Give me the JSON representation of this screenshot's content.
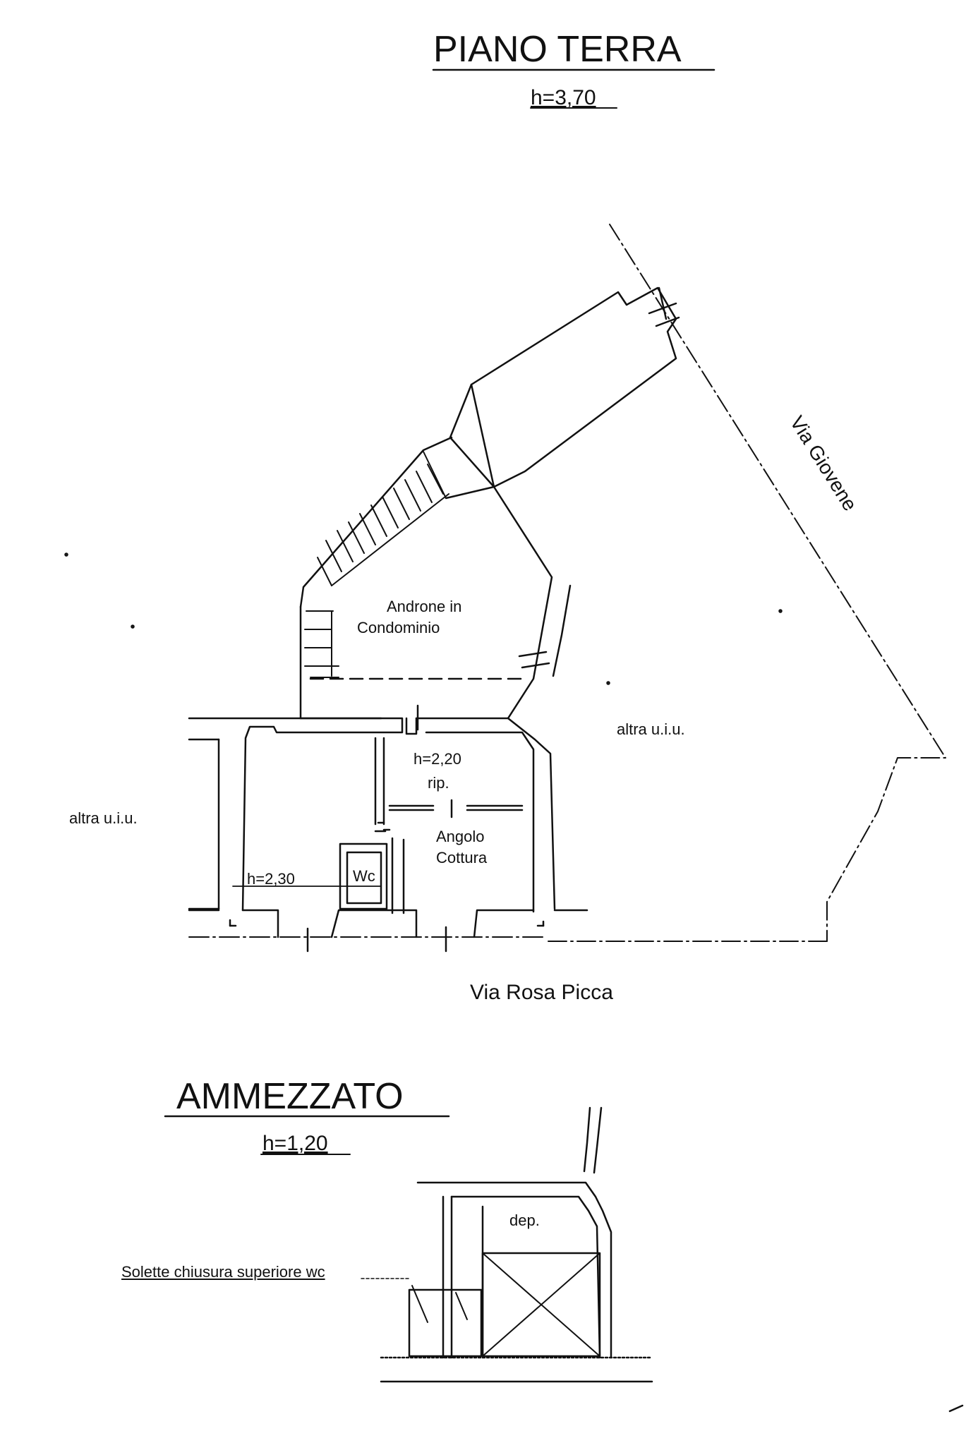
{
  "ground_floor": {
    "title": "PIANO TERRA",
    "height": "h=3,70",
    "rooms": {
      "lobby_line1": "Androne in",
      "lobby_line2": "Condominio",
      "storage_height": "h=2,20",
      "storage": "rip.",
      "kitchen_line1": "Angolo",
      "kitchen_line2": "Cottura",
      "main_height": "h=2,30",
      "wc": "Wc"
    },
    "neighbors": {
      "right": "altra u.i.u.",
      "left": "altra u.i.u."
    },
    "streets": {
      "bottom": "Via Rosa Picca",
      "diagonal": "Via Giovene"
    }
  },
  "mezzanine": {
    "title": "AMMEZZATO",
    "height": "h=1,20",
    "room": "dep.",
    "note": "Solette chiusura superiore wc"
  },
  "colors": {
    "ink": "#111111",
    "paper": "#ffffff"
  }
}
